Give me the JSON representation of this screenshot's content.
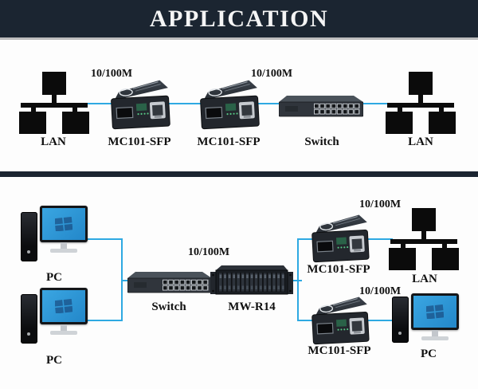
{
  "header": {
    "title": "APPLICATION"
  },
  "colors": {
    "banner": "#1b2531",
    "line": "#2ea9e2",
    "label": "#101010"
  },
  "top_diagram": {
    "lan_left": "LAN",
    "speed_left": "10/100M",
    "converter1": "MC101-SFP",
    "converter2": "MC101-SFP",
    "speed_right": "10/100M",
    "switch": "Switch",
    "lan_right": "LAN"
  },
  "bottom_diagram": {
    "pc1": "PC",
    "pc2": "PC",
    "switch": "Switch",
    "speed_switch": "10/100M",
    "rack": "MW-R14",
    "speed_top": "10/100M",
    "converter_top": "MC101-SFP",
    "lan": "LAN",
    "speed_bottom": "10/100M",
    "converter_bottom": "MC101-SFP",
    "pc3": "PC"
  }
}
